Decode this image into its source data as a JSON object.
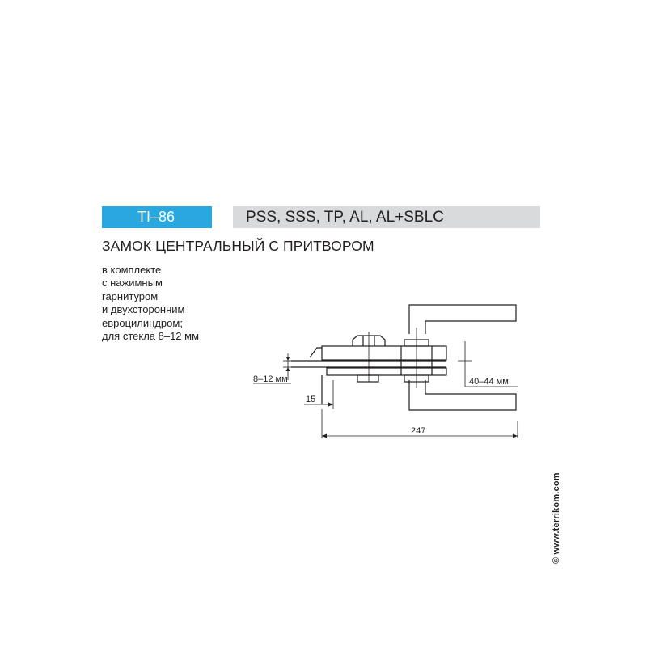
{
  "header": {
    "model": "TI–86",
    "finishes": "PSS, SSS, TP, AL, AL+SBLC"
  },
  "title": "ЗАМОК ЦЕНТРАЛЬНЫЙ С ПРИТВОРОМ",
  "description_lines": [
    "в комплекте",
    "с нажимным",
    "гарнитуром",
    "и двухсторонним",
    "евроцилиндром;",
    "для стекла 8–12 мм"
  ],
  "drawing": {
    "dim_glass": "8–12 мм",
    "dim_offset": "15",
    "dim_door": "40–44 мм",
    "dim_length": "247"
  },
  "copyright": "© www.terrikom.com",
  "colors": {
    "badge_bg": "#29a8df",
    "bar_bg": "#d9dadb",
    "ink": "#231f20"
  }
}
